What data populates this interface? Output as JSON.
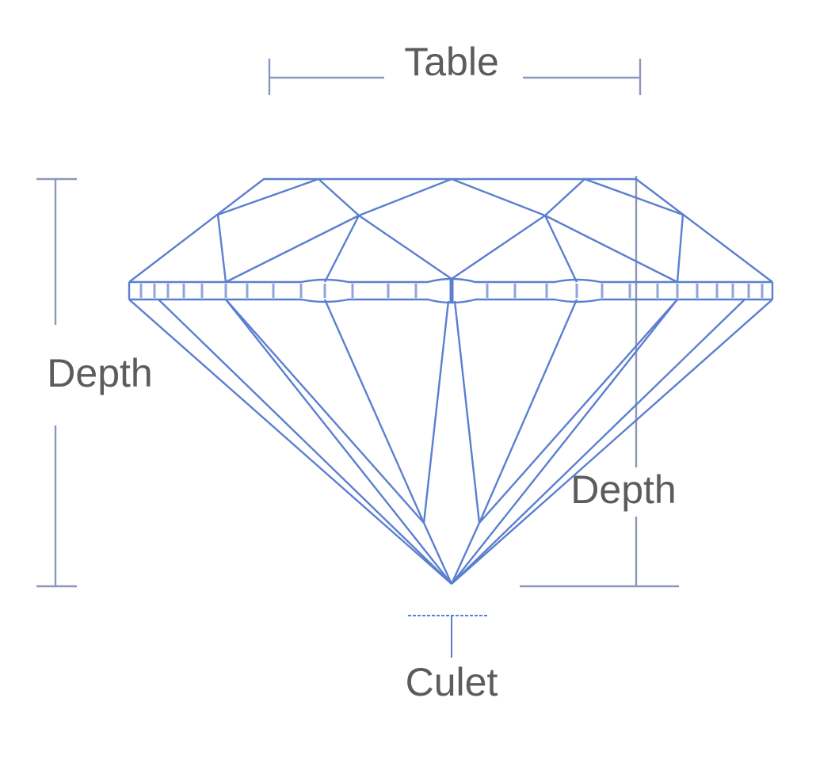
{
  "labels": {
    "table": "Table",
    "depth_left": "Depth",
    "depth_right": "Depth",
    "culet": "Culet"
  },
  "colors": {
    "diamond_lines": "#5b7fd0",
    "dimension_lines": "#8e97bb",
    "text": "#5c5c5c"
  }
}
